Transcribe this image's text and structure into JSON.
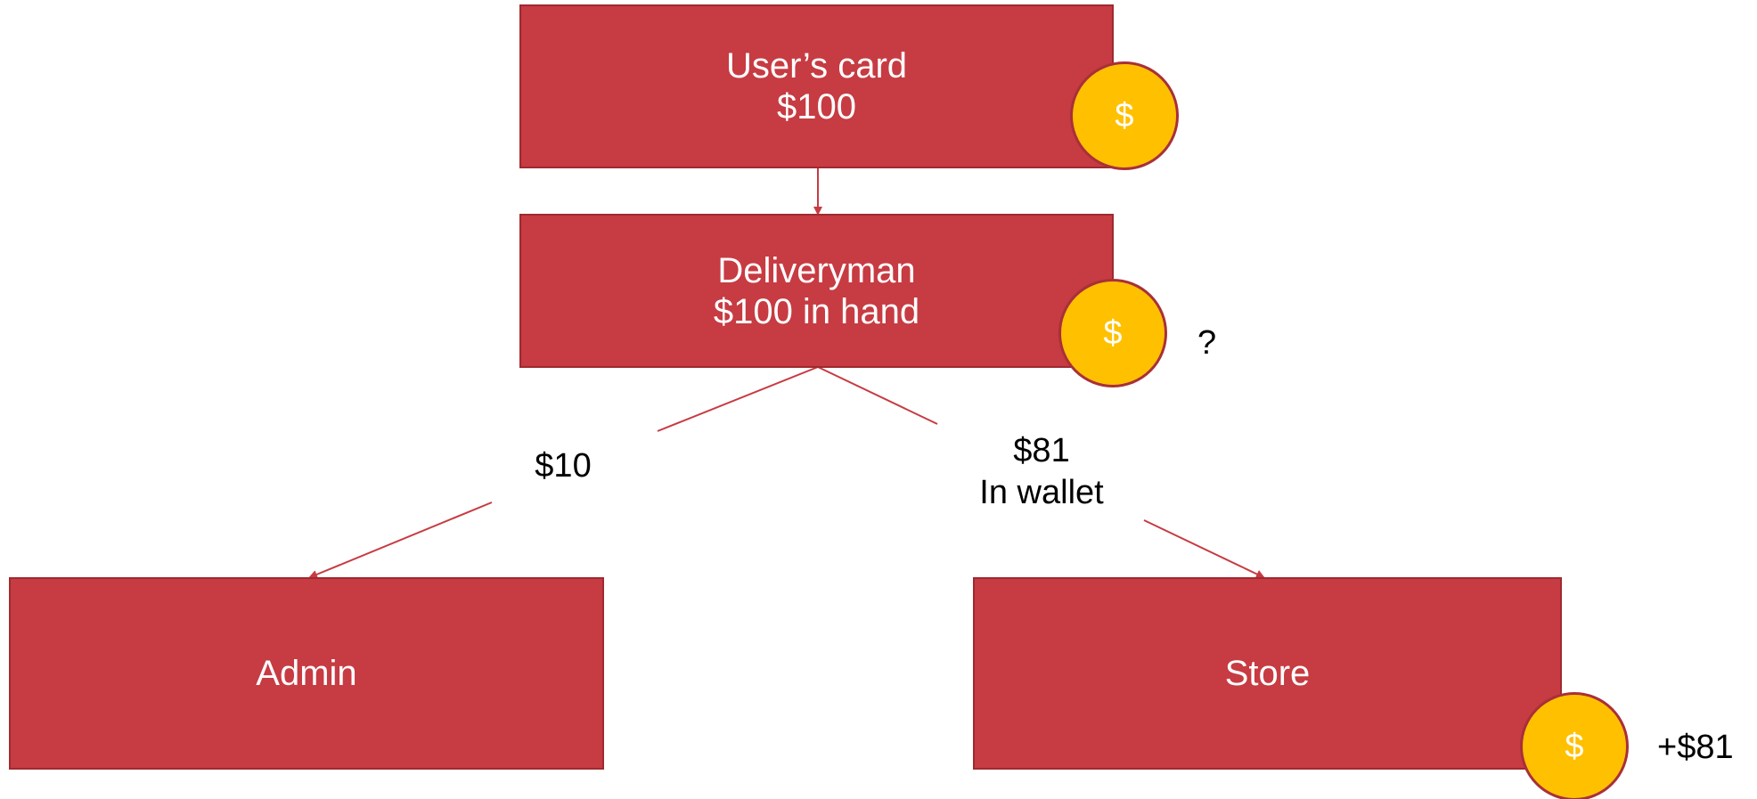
{
  "colors": {
    "box_fill": "#c73b42",
    "box_border": "#9e2a30",
    "coin_fill": "#ffc000",
    "coin_border": "#a8303a",
    "arrow": "#c73b42"
  },
  "nodes": {
    "users_card": {
      "title": "User’s card",
      "amount": "$100"
    },
    "deliveryman": {
      "title": "Deliveryman",
      "amount": "$100 in hand"
    },
    "admin": {
      "title": "Admin"
    },
    "store": {
      "title": "Store"
    }
  },
  "coins": {
    "symbol": "$",
    "icon": "dollar-coin-icon"
  },
  "annotations": {
    "deliveryman_note": "?",
    "store_note": "+$81"
  },
  "edges": {
    "to_admin": {
      "label": "$10"
    },
    "to_store": {
      "label_line1": "$81",
      "label_line2": "In wallet"
    }
  }
}
